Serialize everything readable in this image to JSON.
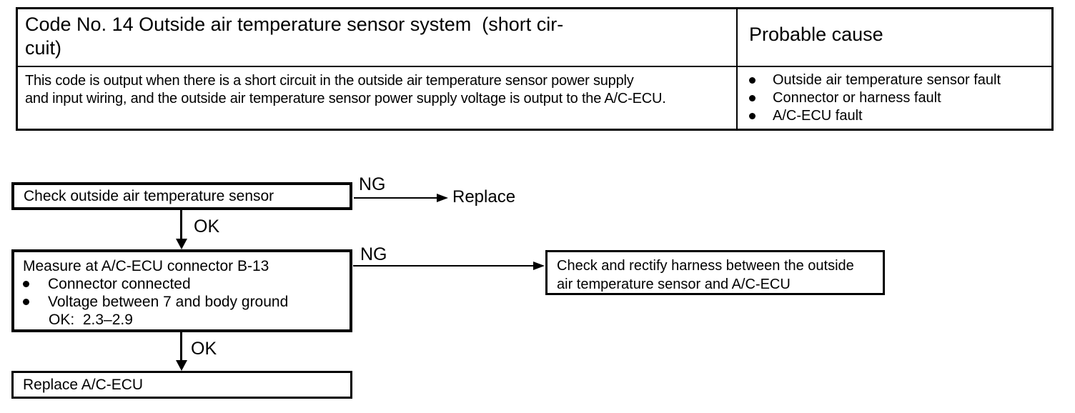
{
  "table": {
    "title": "Code No. 14 Outside air temperature sensor system  (short cir-\ncuit)",
    "probable_cause_header": "Probable cause",
    "description": "This code is output when there is a short circuit in the outside air temperature sensor power supply\nand input wiring, and the outside air temperature sensor power supply voltage is output to the A/C-ECU.",
    "causes": [
      "Outside air temperature sensor fault",
      "Connector or harness fault",
      "A/C-ECU fault"
    ]
  },
  "flowchart": {
    "step1": {
      "label": "Check outside air temperature sensor",
      "ng_label": "NG",
      "ng_result": "Replace",
      "ok_label": "OK"
    },
    "step2": {
      "title": "Measure at A/C-ECU connector B-13",
      "bullets": [
        "Connector connected",
        "Voltage between 7 and body ground"
      ],
      "condition": "OK:  2.3–2.9",
      "ng_label": "NG",
      "ok_label": "OK",
      "ng_action": "Check and rectify harness between the outside\nair temperature sensor and A/C-ECU"
    },
    "step3": {
      "label": "Replace A/C-ECU"
    }
  }
}
